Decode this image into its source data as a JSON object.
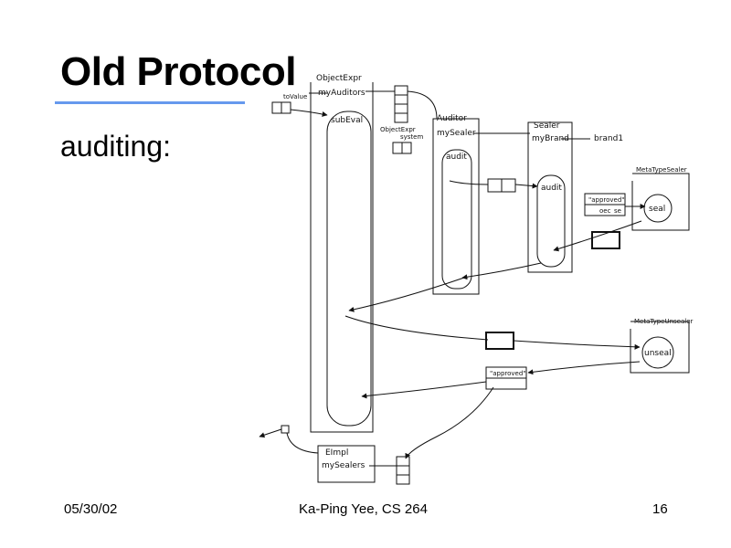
{
  "slide": {
    "title": "Old Protocol",
    "bullet": "auditing:",
    "accent_color": "#6699ee"
  },
  "diagram": {
    "labels": {
      "object_expr": "ObjectExpr",
      "my_auditors": "myAuditors",
      "eval": "subEval",
      "to_value": "toValue",
      "object_expr_2": "ObjectExpr",
      "system": "system",
      "auditor": "Auditor",
      "my_sealer": "mySealer",
      "audit": "audit",
      "sealer": "Sealer",
      "my_brand": "myBrand",
      "brand": "brand1",
      "audit_method": "audit",
      "meta_type_sealer": "MetaTypeSealer",
      "seal": "seal",
      "approved_1": "\"approved\"",
      "box_1": "oec",
      "box_2": "se",
      "meta_type_unsealer": "MetaTypeUnsealer",
      "unseal": "unseal",
      "approved_2": "\"approved\"",
      "eimpl": "EImpl",
      "my_sealers": "mySealers"
    }
  },
  "footer": {
    "date": "05/30/02",
    "author": "Ka-Ping Yee, CS 264",
    "page": "16"
  }
}
